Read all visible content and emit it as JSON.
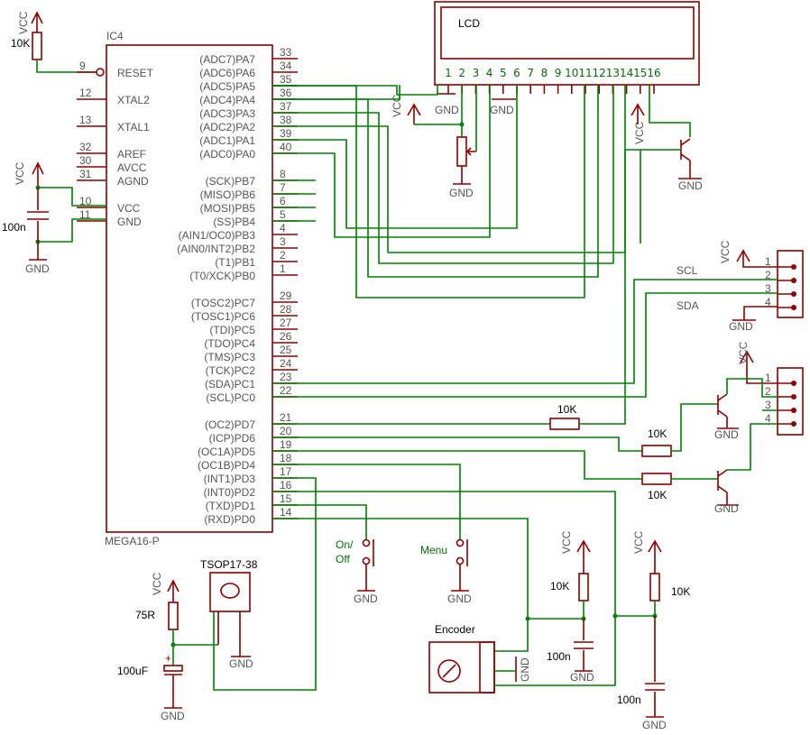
{
  "ic": {
    "name": "IC4",
    "part": "MEGA16-P",
    "left_pins": [
      {
        "num": "9",
        "label": "RESET"
      },
      {
        "num": "12",
        "label": "XTAL2"
      },
      {
        "num": "13",
        "label": "XTAL1"
      },
      {
        "num": "32",
        "label": "AREF"
      },
      {
        "num": "30",
        "label": "AVCC"
      },
      {
        "num": "31",
        "label": "AGND"
      },
      {
        "num": "10",
        "label": "VCC"
      },
      {
        "num": "11",
        "label": "GND"
      }
    ],
    "right_pins": [
      {
        "num": "33",
        "label": "(ADC7)PA7"
      },
      {
        "num": "34",
        "label": "(ADC6)PA6"
      },
      {
        "num": "35",
        "label": "(ADC5)PA5"
      },
      {
        "num": "36",
        "label": "(ADC4)PA4"
      },
      {
        "num": "37",
        "label": "(ADC3)PA3"
      },
      {
        "num": "38",
        "label": "(ADC2)PA2"
      },
      {
        "num": "39",
        "label": "(ADC1)PA1"
      },
      {
        "num": "40",
        "label": "(ADC0)PA0"
      },
      {
        "num": "8",
        "label": "(SCK)PB7"
      },
      {
        "num": "7",
        "label": "(MISO)PB6"
      },
      {
        "num": "6",
        "label": "(MOSI)PB5"
      },
      {
        "num": "5",
        "label": "(SS)PB4"
      },
      {
        "num": "4",
        "label": "(AIN1/OC0)PB3"
      },
      {
        "num": "3",
        "label": "(AIN0/INT2)PB2"
      },
      {
        "num": "2",
        "label": "(T1)PB1"
      },
      {
        "num": "1",
        "label": "(T0/XCK)PB0"
      },
      {
        "num": "29",
        "label": "(TOSC2)PC7"
      },
      {
        "num": "28",
        "label": "(TOSC1)PC6"
      },
      {
        "num": "27",
        "label": "(TDI)PC5"
      },
      {
        "num": "26",
        "label": "(TDO)PC4"
      },
      {
        "num": "25",
        "label": "(TMS)PC3"
      },
      {
        "num": "24",
        "label": "(TCK)PC2"
      },
      {
        "num": "23",
        "label": "(SDA)PC1"
      },
      {
        "num": "22",
        "label": "(SCL)PC0"
      },
      {
        "num": "21",
        "label": "(OC2)PD7"
      },
      {
        "num": "20",
        "label": "(ICP)PD6"
      },
      {
        "num": "19",
        "label": "(OC1A)PD5"
      },
      {
        "num": "18",
        "label": "(OC1B)PD4"
      },
      {
        "num": "17",
        "label": "(INT1)PD3"
      },
      {
        "num": "16",
        "label": "(INT0)PD2"
      },
      {
        "num": "15",
        "label": "(TXD)PD1"
      },
      {
        "num": "14",
        "label": "(RXD)PD0"
      }
    ]
  },
  "lcd": {
    "label": "LCD",
    "pins": [
      "1",
      "2",
      "3",
      "4",
      "5",
      "6",
      "7",
      "8",
      "9",
      "10",
      "11",
      "12",
      "13",
      "14",
      "15",
      "16"
    ]
  },
  "labels": {
    "vcc": "VCC",
    "gnd": "GND",
    "r10k": "10K",
    "c100n": "100n",
    "r75": "75R",
    "c100u": "100uF",
    "tsop": "TSOP17-38",
    "encoder": "Encoder",
    "onoff_1": "On/",
    "onoff_2": "Off",
    "menu": "Menu",
    "scl": "SCL",
    "sda": "SDA",
    "plus": "+"
  },
  "connector1_pins": [
    "1",
    "2",
    "3",
    "4"
  ],
  "connector2_pins": [
    "1",
    "2",
    "3",
    "4"
  ]
}
